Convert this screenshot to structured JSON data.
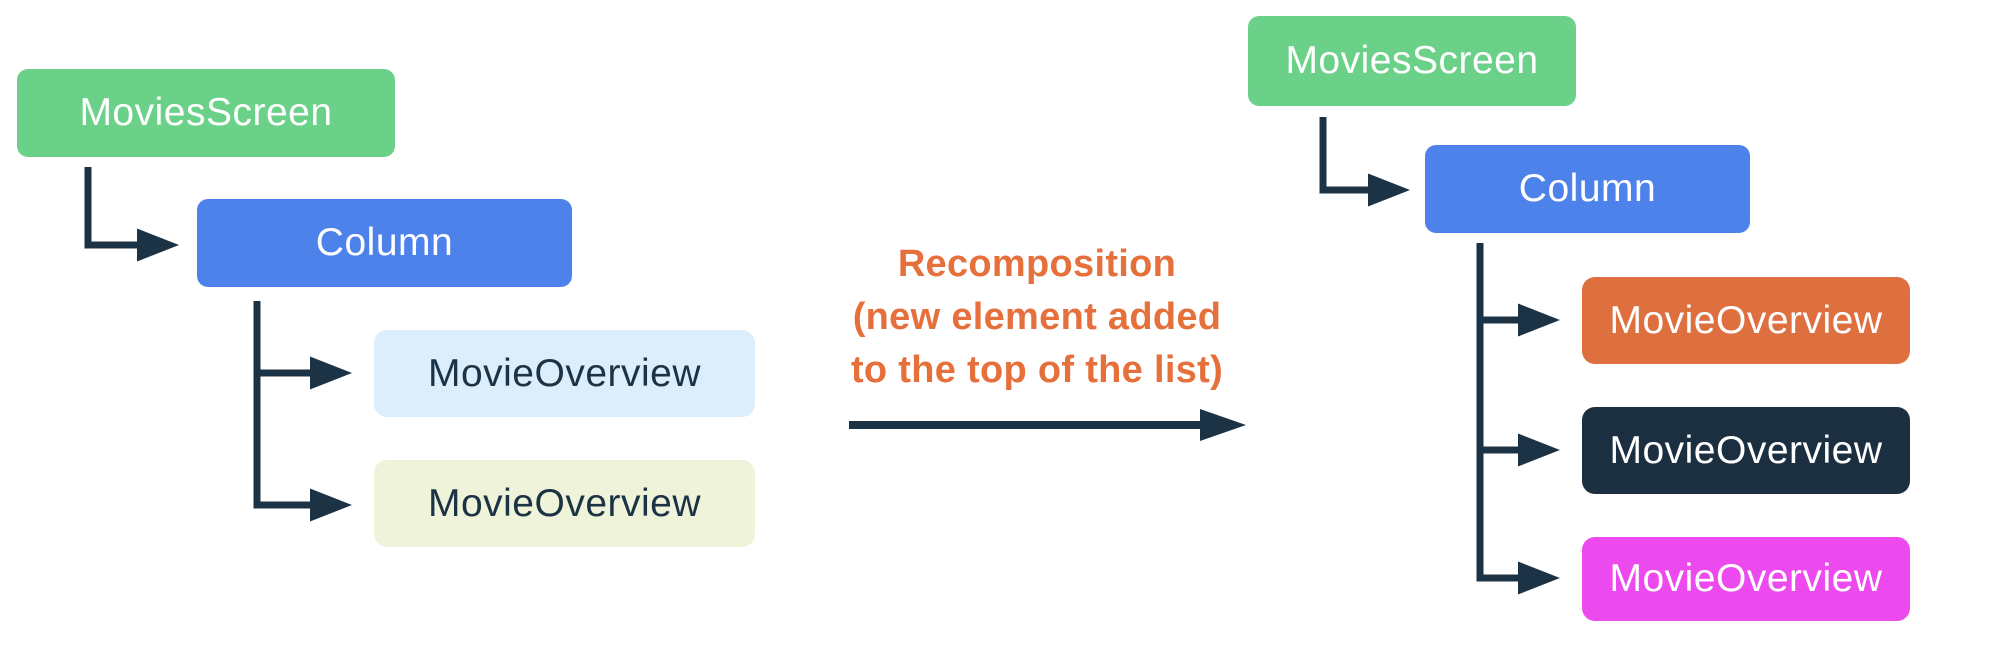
{
  "diagram": {
    "before": {
      "nodes": [
        {
          "label": "MoviesScreen",
          "bg": "#6BD189",
          "fg": "#FFFFFF"
        },
        {
          "label": "Column",
          "bg": "#4E82EB",
          "fg": "#FFFFFF"
        },
        {
          "label": "MovieOverview",
          "bg": "#DCEEFB",
          "fg": "#1C3346"
        },
        {
          "label": "MovieOverview",
          "bg": "#EEF3DA",
          "fg": "#1C3346"
        }
      ]
    },
    "transition": {
      "line1": "Recomposition",
      "line2": "(new element added",
      "line3": "to the top of the list)",
      "color": "#E6703C"
    },
    "after": {
      "nodes": [
        {
          "label": "MoviesScreen",
          "bg": "#6BD189",
          "fg": "#FFFFFF"
        },
        {
          "label": "Column",
          "bg": "#4E82EB",
          "fg": "#FFFFFF"
        },
        {
          "label": "MovieOverview",
          "bg": "#DE7040",
          "fg": "#FFFFFF"
        },
        {
          "label": "MovieOverview",
          "bg": "#1C2F41",
          "fg": "#FFFFFF"
        },
        {
          "label": "MovieOverview",
          "bg": "#EC49EE",
          "fg": "#FFFFFF"
        }
      ]
    },
    "connector_color": "#1C3346"
  }
}
